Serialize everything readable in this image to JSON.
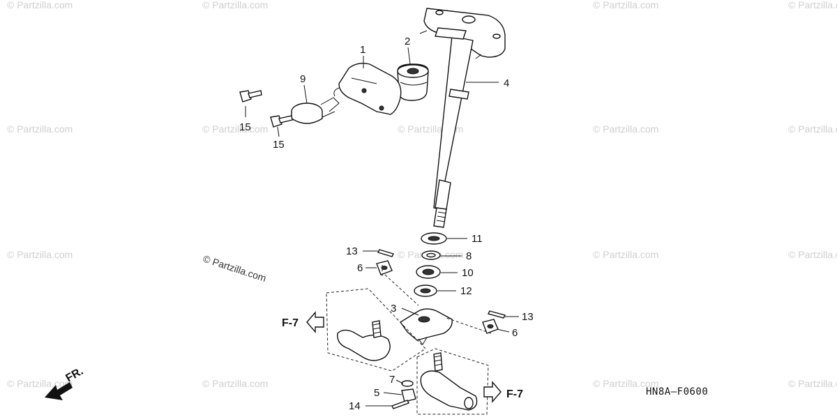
{
  "watermarks": {
    "repeat_text": "© Partzilla.com",
    "main_text": "© Partzilla.com"
  },
  "callouts": {
    "p1": "1",
    "p2": "2",
    "p3": "3",
    "p4": "4",
    "p5": "5",
    "p6a": "6",
    "p6b": "6",
    "p7": "7",
    "p8": "8",
    "p9": "9",
    "p10": "10",
    "p11": "11",
    "p12": "12",
    "p13a": "13",
    "p13b": "13",
    "p14": "14",
    "p15a": "15",
    "p15b": "15"
  },
  "references": {
    "left": "F-7",
    "right": "F-7",
    "front": "FR."
  },
  "diagram_code": "HN8A—F0600"
}
